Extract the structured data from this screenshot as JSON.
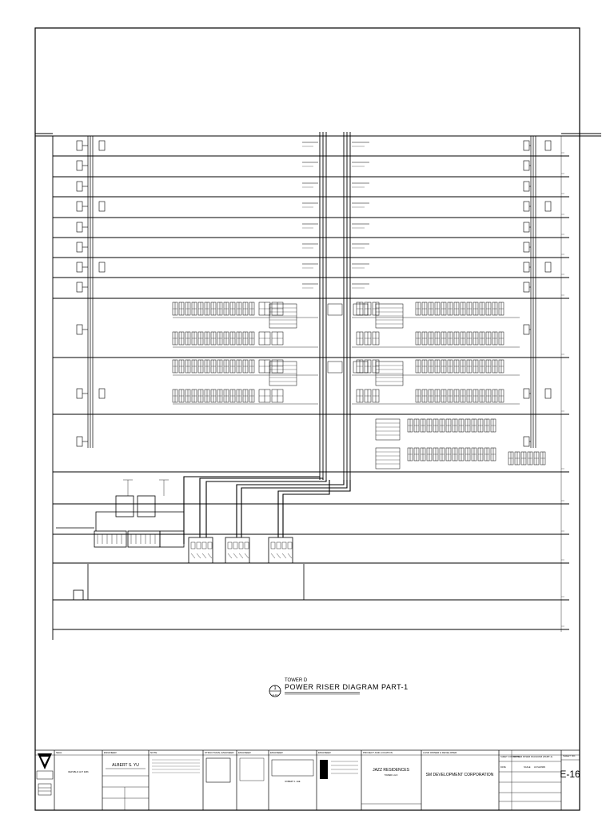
{
  "diagram": {
    "tower": "TOWER D",
    "title": "POWER RISER DIAGRAM PART-1",
    "ref_number": "1",
    "ref_sheet": "E-16"
  },
  "title_block": {
    "seal_label": "SEAL",
    "engineer_label": "ENGINEER",
    "engineer_name": "ALBERT S. YU",
    "note_label": "NOTE",
    "structural_engineer_label": "STRUCTURAL ENGINEER",
    "engineer_label_2": "ENGINEER",
    "engineer_label_3": "ENGINEER",
    "engineer_label_4": "ENGINEER",
    "engineer_2_name": "ROBERT J. LEE",
    "project_label": "PROJECT AND LOCATION",
    "project_name": "JAZZ RESIDENCES",
    "project_sub": "TOWER A & D",
    "owner_label": "LAND OWNER & DEVELOPER",
    "owner_name": "SM DEVELOPMENT CORPORATION",
    "sheet_title_label": "SHEET CONTENTS",
    "sheet_title": "POWER RISER DIAGRAM (PART-1)",
    "date_label": "DATE",
    "scale_label": "SCALE",
    "scale_value": "AS SHOWN",
    "sheet_no_label": "SHEET NO.",
    "sheet_no": "E-16",
    "seal_caption": "REPUBLIC ACT 9266"
  }
}
